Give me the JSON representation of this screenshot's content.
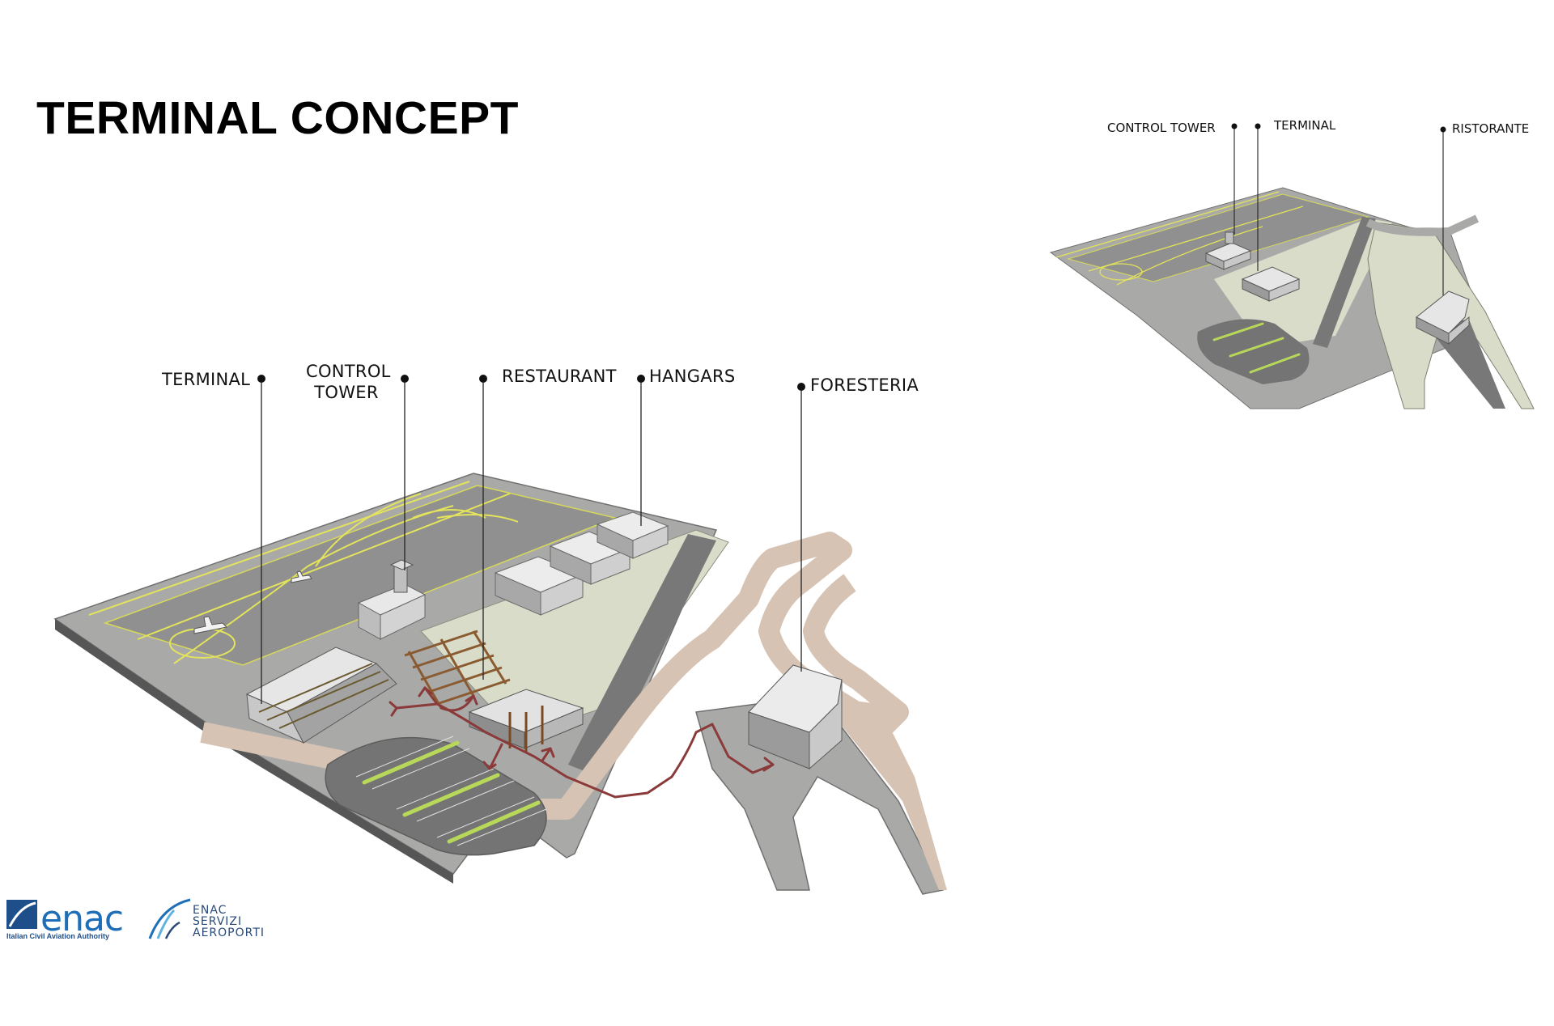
{
  "title": "TERMINAL CONCEPT",
  "main_labels": {
    "terminal": "TERMINAL",
    "control_tower_line1": "CONTROL",
    "control_tower_line2": "TOWER",
    "restaurant": "RESTAURANT",
    "hangars": "HANGARS",
    "foresteria": "FORESTERIA"
  },
  "inset_labels": {
    "control_tower": "CONTROL TOWER",
    "terminal": "TERMINAL",
    "ristorante": "RISTORANTE"
  },
  "logos": {
    "enac": "enac",
    "enac_subtitle": "Italian Civil Aviation Authority",
    "esa_line1": "ENAC",
    "esa_line2": "SERVIZI",
    "esa_line3": "AEROPORTI"
  },
  "colors": {
    "apron": "#a9aaa8",
    "grass": "#d8dcc8",
    "path": "#d6c3b3",
    "road": "#777877",
    "route_arrow": "#8b3a3a",
    "markings": "#e4e35c",
    "logo_blue": "#1f6fb8"
  }
}
